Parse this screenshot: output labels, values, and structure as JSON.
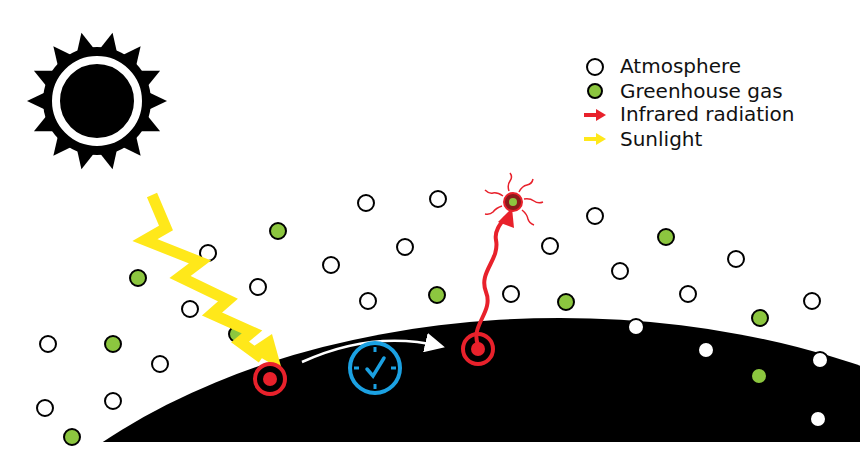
{
  "diagram": {
    "legend": [
      {
        "text": "Atmosphere"
      },
      {
        "text": "Greenhouse gas",
        "color": "#8cc63f"
      },
      {
        "text": "Infrared radiation"
      },
      {
        "text": "Sunlight"
      }
    ]
  }
}
